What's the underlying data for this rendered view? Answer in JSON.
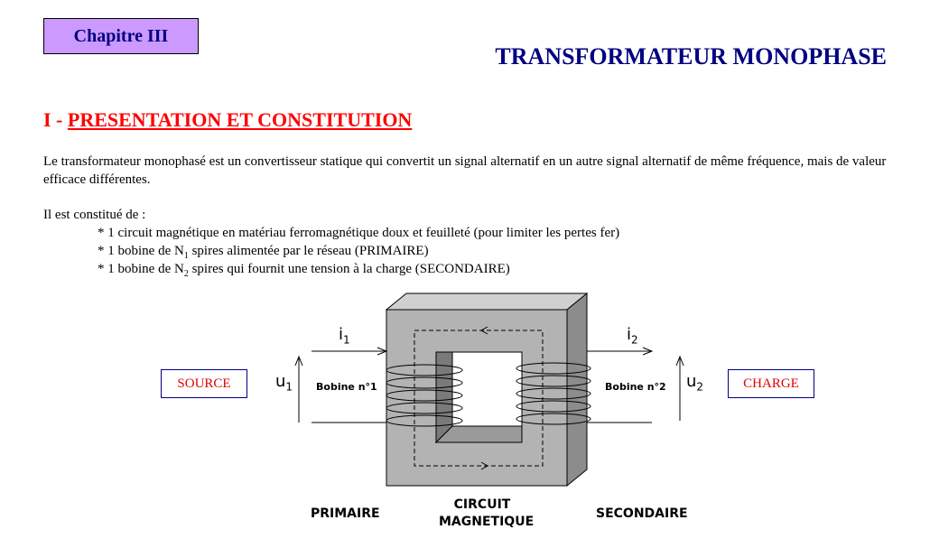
{
  "header": {
    "chapter": "Chapitre III",
    "title": "TRANSFORMATEUR MONOPHASE"
  },
  "section": {
    "number": "I - ",
    "title": "PRESENTATION ET CONSTITUTION"
  },
  "body": {
    "paragraph": "Le transformateur monophasé est un convertisseur statique qui convertit un signal alternatif en un autre signal alternatif de même fréquence, mais de valeur efficace différentes.",
    "intro": "Il est constitué de :",
    "bullet1": "* 1 circuit magnétique en matériau ferromagnétique doux et feuilleté (pour limiter les pertes fer)",
    "bullet2_pre": "* 1 bobine de N",
    "bullet2_sub": "1",
    "bullet2_post": " spires alimentée par le réseau (PRIMAIRE)",
    "bullet3_pre": "* 1 bobine de N",
    "bullet3_sub": "2",
    "bullet3_post": " spires qui fournit une tension à la charge (SECONDAIRE)"
  },
  "diagram": {
    "source": "SOURCE",
    "charge": "CHARGE",
    "coil1": "Bobine n°1",
    "coil2": "Bobine n°2",
    "i1": "i",
    "i1_sub": "1",
    "i2": "i",
    "i2_sub": "2",
    "u1": "u",
    "u1_sub": "1",
    "u2": "u",
    "u2_sub": "2",
    "primaire": "PRIMAIRE",
    "circuit_line1": "CIRCUIT",
    "circuit_line2": "MAGNETIQUE",
    "secondaire": "SECONDAIRE"
  },
  "colors": {
    "chapter_bg": "#cc99ff",
    "navy": "#000080",
    "red": "#ff0000",
    "core_face": "#b3b3b3",
    "core_side": "#8c8c8c",
    "core_top": "#d0d0d0"
  }
}
